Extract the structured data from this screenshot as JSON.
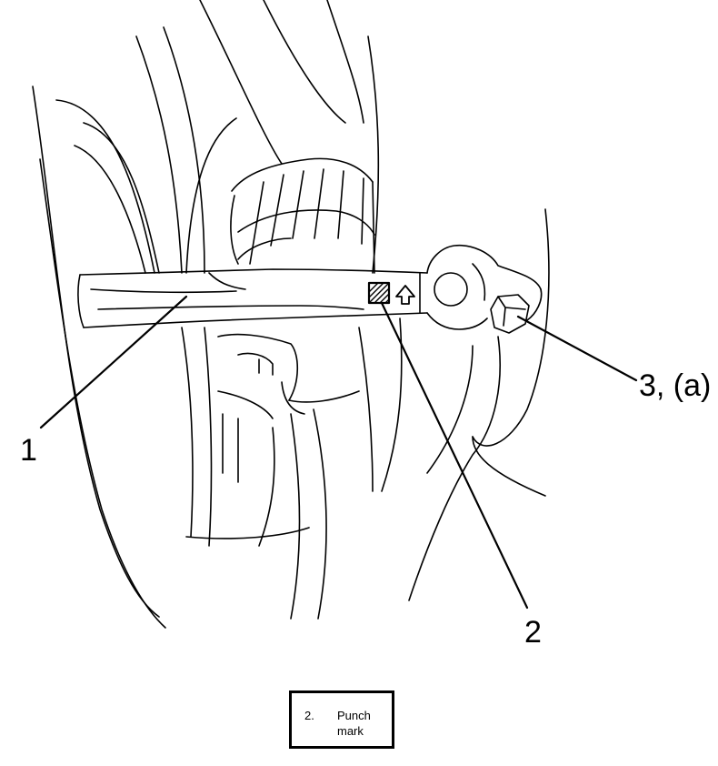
{
  "callouts": {
    "one": "1",
    "two": "2",
    "three": "3, (a)"
  },
  "arrow_icon": "up-arrow-icon",
  "legend": {
    "number": "2.",
    "text": "Punch mark"
  }
}
